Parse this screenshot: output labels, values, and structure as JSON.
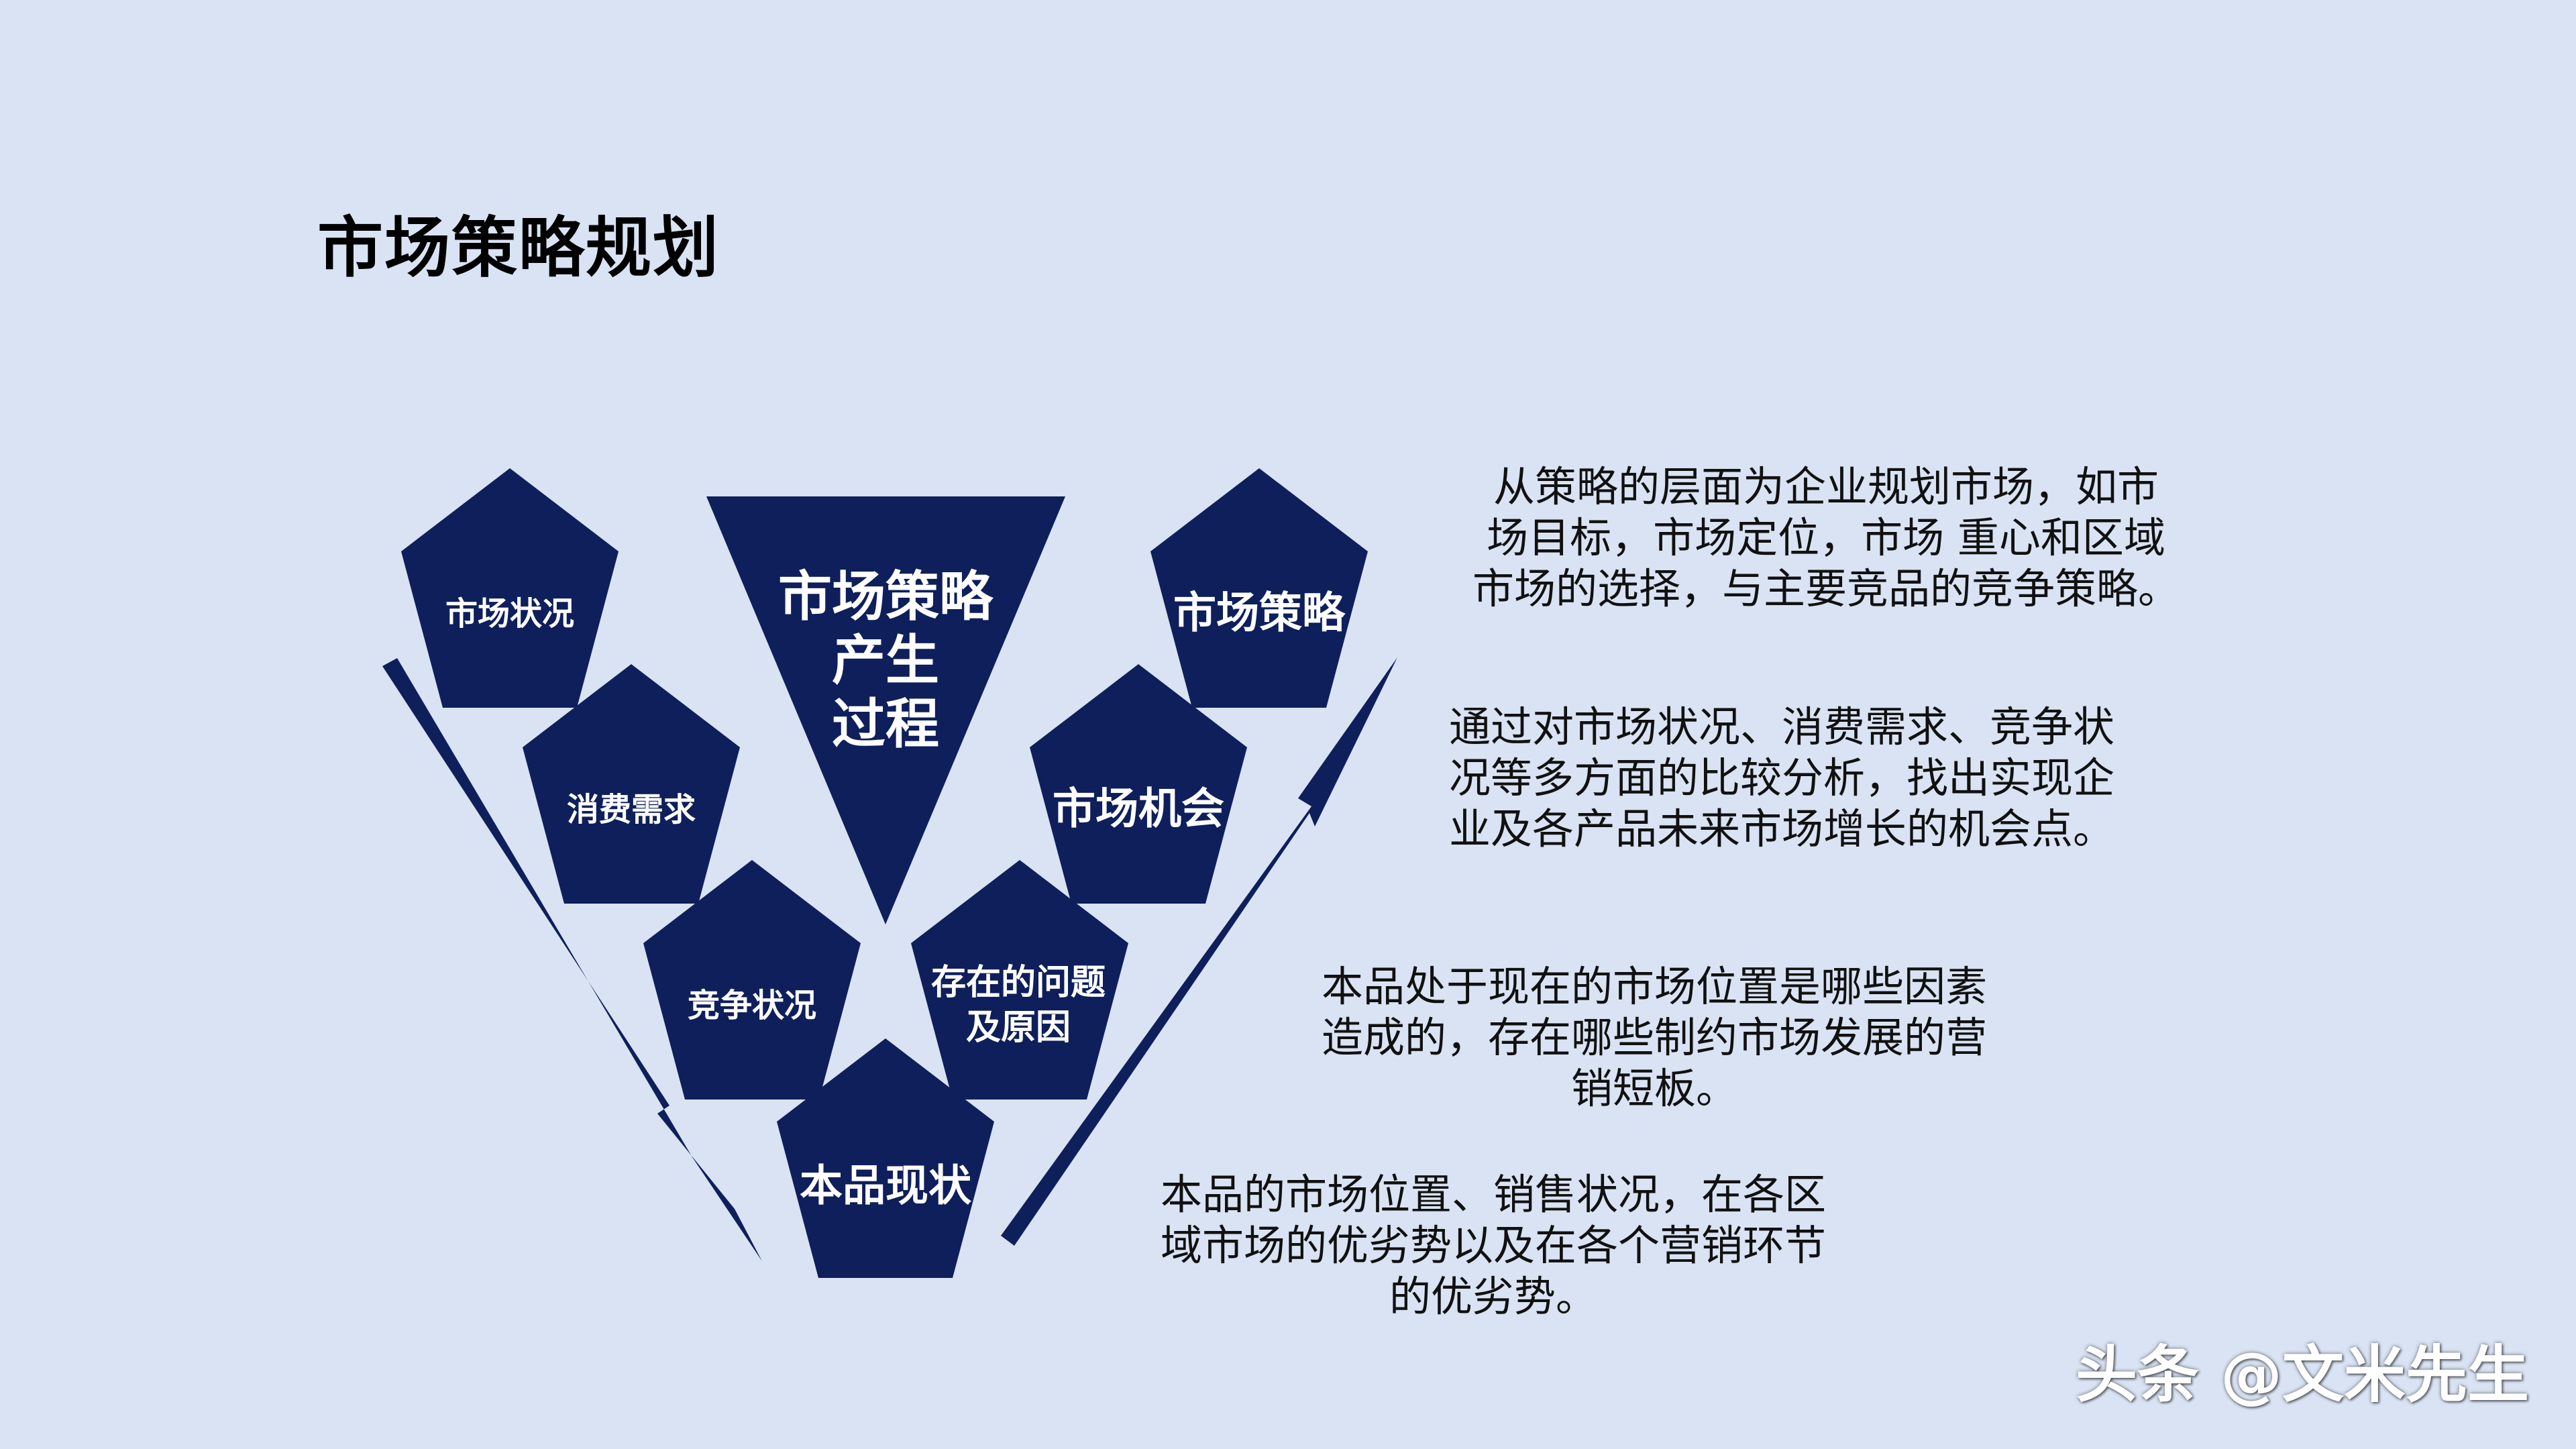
{
  "title": "市场策略规划",
  "colors": {
    "background": "#d9e3f3",
    "shape": "#0e1f5b",
    "text": "#111111"
  },
  "diagram": {
    "center": {
      "line1": "市场策略",
      "line2": "产生",
      "line3": "过程"
    },
    "left": [
      "市场状况",
      "消费需求",
      "竞争状况"
    ],
    "bottom": "本品现状",
    "right_bottom": {
      "line1": "存在的问题",
      "line2": "及原因"
    },
    "right": [
      "市场机会",
      "市场策略"
    ]
  },
  "descriptions": [
    {
      "lines": [
        "从策略的层面为企业规划市场，如市",
        "场目标，市场定位，市场 重心和区域",
        "市场的选择，与主要竞品的竞争策略。"
      ]
    },
    {
      "lines": [
        "通过对市场状况、消费需求、竞争状",
        "况等多方面的比较分析，找出实现企",
        "业及各产品未来市场增长的机会点。"
      ]
    },
    {
      "lines": [
        "本品处于现在的市场位置是哪些因素",
        "造成的，存在哪些制约市场发展的营",
        "销短板。"
      ]
    },
    {
      "lines": [
        "本品的市场位置、销售状况，在各区",
        "域市场的优劣势以及在各个营销环节",
        "的优劣势。"
      ]
    }
  ],
  "watermark": "头条 @文米先生"
}
